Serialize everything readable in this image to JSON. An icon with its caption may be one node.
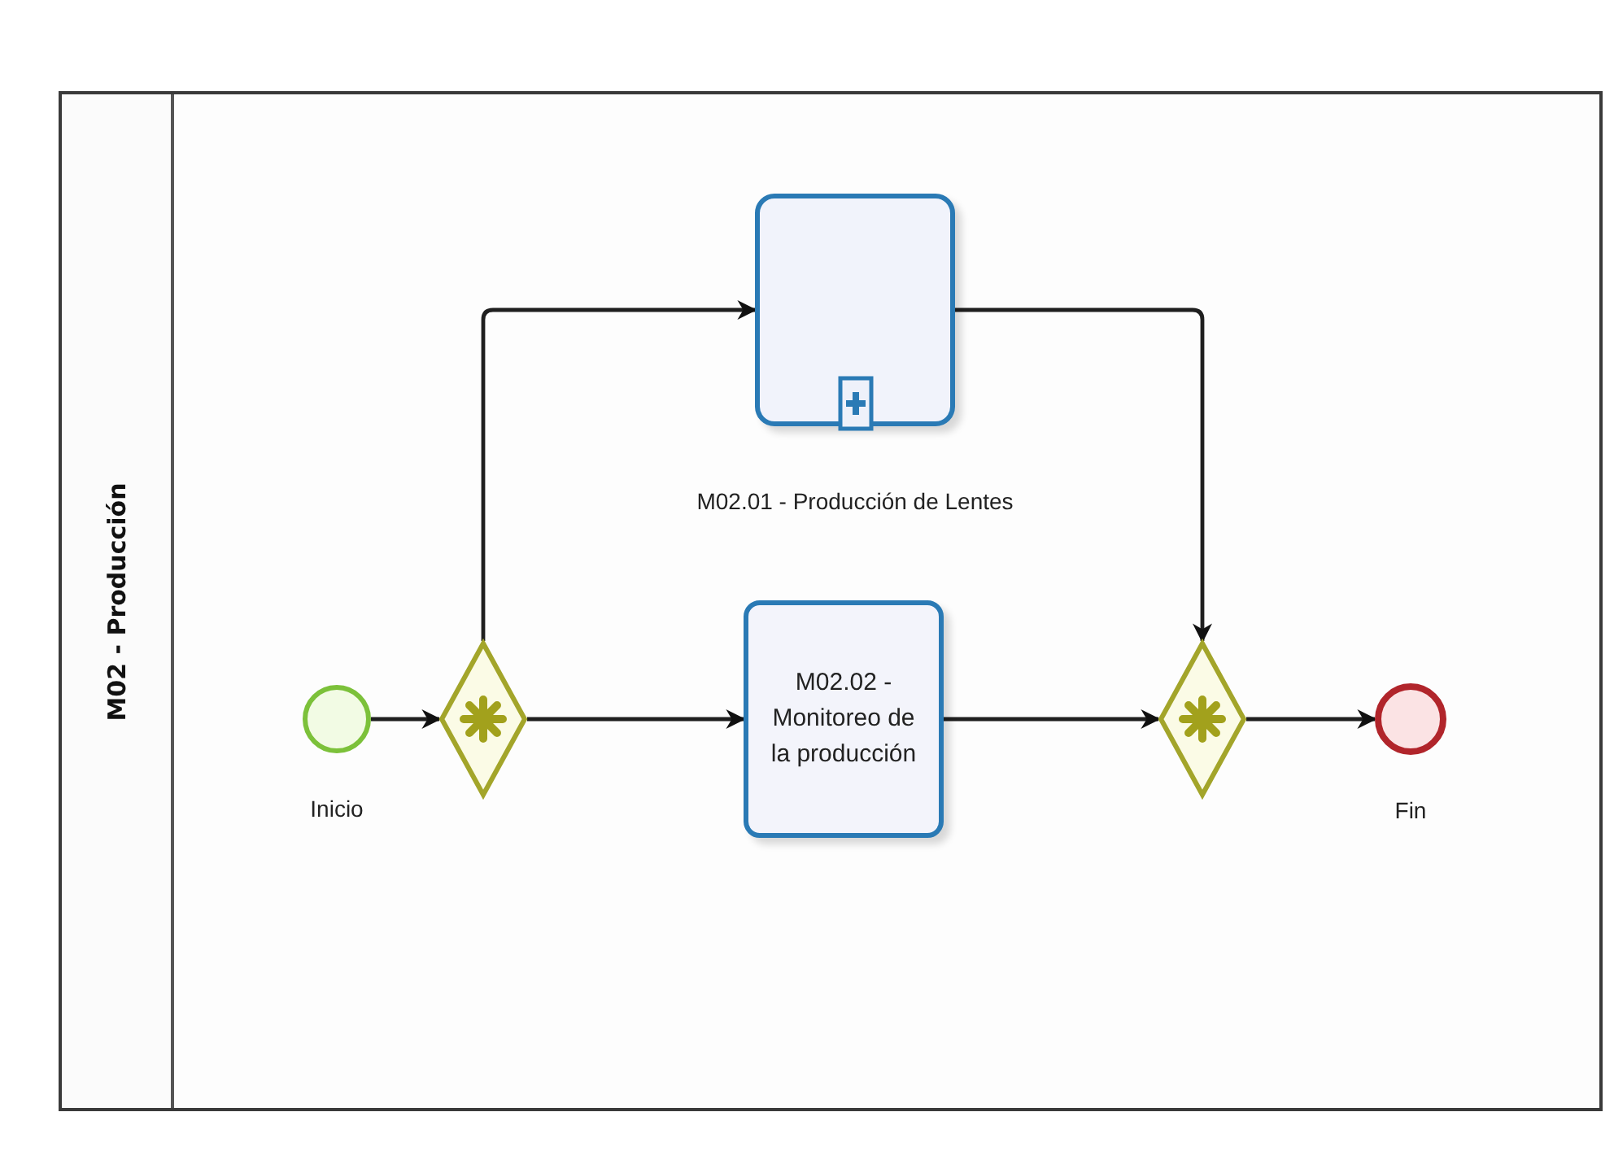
{
  "diagram": {
    "nodes": [
      {
        "text": [
          "M02 - Producción"
        ]
      },
      {
        "text": [
          "Inicio"
        ],
        "in": 0
      },
      {
        "text": [],
        "shape": "diamond",
        "in": 0
      },
      {
        "text": [
          "M02.01 - Producción de Lentes"
        ],
        "in": 0
      },
      {
        "text": [
          "M02.02 - Monitoreo de la producción"
        ],
        "in": 0
      },
      {
        "text": [],
        "shape": "diamond",
        "in": 0
      },
      {
        "text": [
          "Fin"
        ],
        "in": 0
      }
    ],
    "edges": [
      {
        "from": 1,
        "to": 2,
        "arrow": "to"
      },
      {
        "from": 2,
        "to": 3,
        "arrow": "to"
      },
      {
        "from": 2,
        "to": 4,
        "arrow": "to"
      },
      {
        "from": 3,
        "to": 5,
        "arrow": "to"
      },
      {
        "from": 4,
        "to": 5,
        "arrow": "to"
      },
      {
        "from": 5,
        "to": 6,
        "arrow": "to"
      }
    ]
  }
}
